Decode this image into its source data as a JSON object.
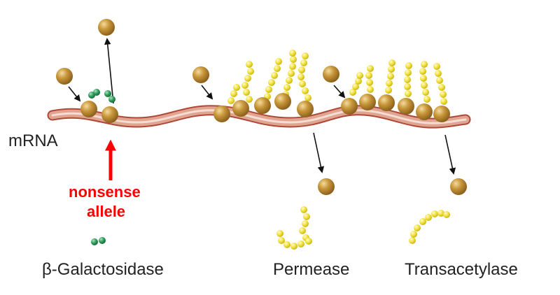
{
  "labels": {
    "mrna": "mRNA",
    "mutation_line1": "nonsense",
    "mutation_line2": "allele",
    "product_1": "β-Galactosidase",
    "product_2": "Permease",
    "product_3": "Transacetylase"
  },
  "colors": {
    "ribosome": "#c8963a",
    "ribosome_highlight": "#f3dc9e",
    "ribosome_shadow": "#8a5f1c",
    "mrna_fill": "#e0a590",
    "mrna_edge": "#b04838",
    "mrna_center": "#f6ddd3",
    "peptide_yellow": "#f2e13a",
    "peptide_green": "#2e9b5a",
    "mutation_red": "#ff0000",
    "arrow": "#111111"
  },
  "icons": {
    "ribosome": "ribosome-sphere",
    "polypeptide": "amino-acid-bead-chain",
    "mutation_marker": "up-arrow",
    "release": "down-arrow"
  }
}
